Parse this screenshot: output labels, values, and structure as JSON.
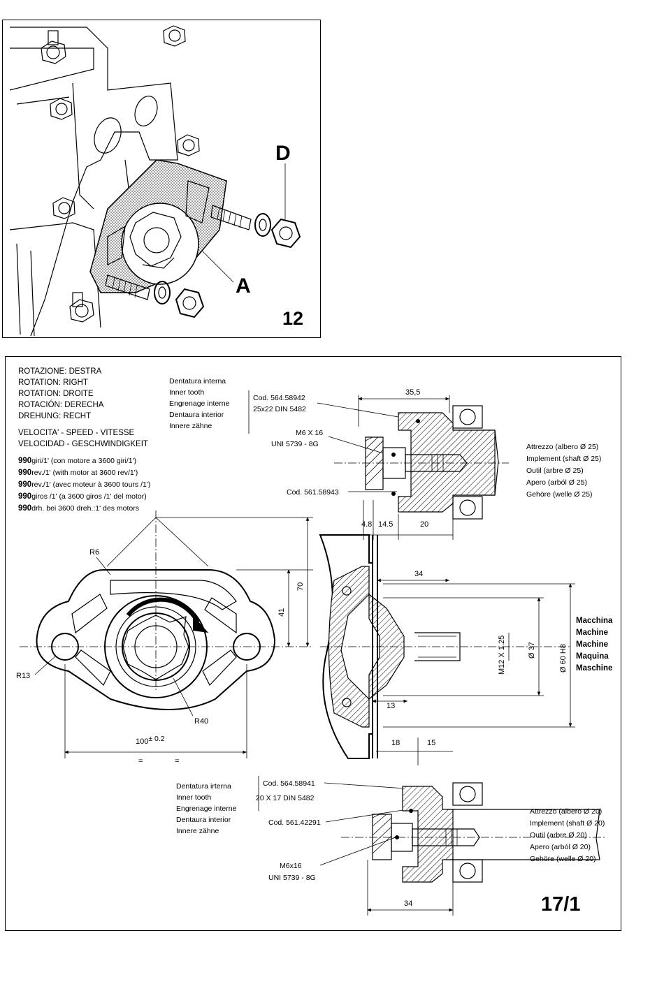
{
  "figure_top": {
    "number": "12",
    "callout_a": "A",
    "callout_d": "D"
  },
  "figure_bottom": {
    "number": "17/1",
    "rotation": [
      "ROTAZIONE: DESTRA",
      "ROTATION: RIGHT",
      "ROTATION: DROITE",
      "ROTACIÓN: DERECHA",
      "DREHUNG: RECHT"
    ],
    "speed_header": [
      "VELOCITA' - SPEED - VITESSE",
      "VELOCIDAD - GESCHWINDIGKEIT"
    ],
    "speed_lines": [
      {
        "value": "990",
        "text": "giri/1' (con motore a 3600 giri/1')"
      },
      {
        "value": "990",
        "text": "rev./1' (with motor at 3600 rev/1')"
      },
      {
        "value": "990",
        "text": "rev./1' (avec moteur à 3600 tours /1')"
      },
      {
        "value": "990",
        "text": "giros /1' (a 3600 giros /1' del motor)"
      },
      {
        "value": "990",
        "text": "drh. bei 3600 dreh.:1' des motors"
      }
    ],
    "inner_tooth_top": [
      "Dentatura interna",
      "Inner tooth",
      "Engrenage interne",
      "Dentaura interior",
      "Innere zähne"
    ],
    "cod_1": "Cod. 564.58942",
    "din_1": "25x22 DIN 5482",
    "screw_1": "M6 X 16",
    "uni_1": "UNI 5739 - 8G",
    "cod_2": "Cod. 561.58943",
    "implement_25": [
      "Attrezzo (albero Ø 25)",
      "Implement (shaft Ø 25)",
      "Outil (arbre Ø 25)",
      "Apero (arból Ø 25)",
      "Gehöre (welle Ø 25)"
    ],
    "machine": [
      "Macchina",
      "Machine",
      "Machine",
      "Maquina",
      "Maschine"
    ],
    "inner_tooth_bottom": [
      "Dentatura irterna",
      "Inner tooth",
      "Engrenage interne",
      "Dentaura interior",
      "Innere zähne"
    ],
    "cod_3": "Cod. 564.58941",
    "din_3": "20 X 17 DIN 5482",
    "cod_4": "Cod. 561.42291",
    "screw_2": "M6x16",
    "uni_2": "UNI 5739 - 8G",
    "implement_20": [
      "Attrezzo (albero Ø 20)",
      "Implement (shaft Ø 20)",
      "Outil (arbre Ø 20)",
      "Apero (arból Ø 20)",
      "Gehöre (welle Ø 20)"
    ],
    "dims": {
      "d35_5": "35,5",
      "d4_8": "4.8",
      "d14_5": "14.5",
      "d20": "20",
      "d34a": "34",
      "d13": "13",
      "d18": "18",
      "d15": "15",
      "d34b": "34",
      "d70": "70",
      "d41": "41",
      "m12": "M12 X 1.25",
      "dia37": "Ø 37",
      "dia60": "Ø 60 H8",
      "r6": "R6",
      "r13": "R13",
      "r40": "R40",
      "d100": "100",
      "tol": "± 0.2",
      "eq1": "=",
      "eq2": "="
    }
  }
}
